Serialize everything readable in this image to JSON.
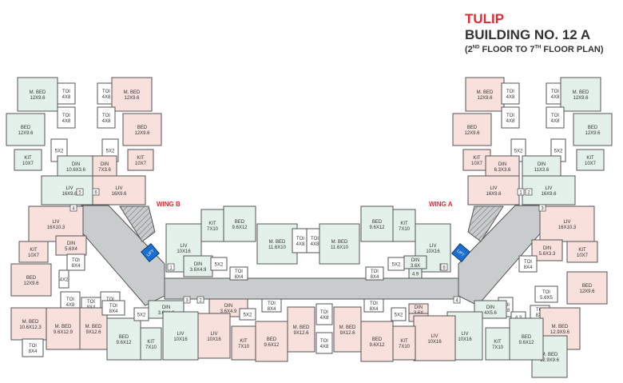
{
  "header": {
    "project": "TULIP",
    "building": "BUILDING NO. 12 A",
    "floors_prefix": "(2",
    "floors_sup1": "ND",
    "floors_mid": " FLOOR TO 7",
    "floors_sup2": "TH",
    "floors_suffix": " FLOOR PLAN)"
  },
  "wings": {
    "b": "WING B",
    "a": "WING A"
  },
  "lift_label": "LIFT",
  "colors": {
    "green": "#e3f1ea",
    "pink": "#f8e0dd",
    "corridor": "#c9cccd",
    "wall": "#555555",
    "lift": "#1a6fd0"
  },
  "rooms": [
    {
      "id": "r1",
      "l1": "M. BED",
      "l2": "12X9.6"
    },
    {
      "id": "r2",
      "l1": "TOI",
      "l2": "4X8"
    },
    {
      "id": "r3",
      "l1": "TOI",
      "l2": "4X8"
    },
    {
      "id": "r4",
      "l1": "BED",
      "l2": "12X9.6"
    },
    {
      "id": "r5",
      "l1": "KIT",
      "l2": "10X7"
    },
    {
      "id": "r6",
      "l1": "5X2",
      "l2": ""
    },
    {
      "id": "r7",
      "l1": "DIN",
      "l2": "10.6X3.6"
    },
    {
      "id": "r8",
      "l1": "LIV",
      "l2": "16X9.6"
    },
    {
      "id": "r9",
      "l1": "TOI",
      "l2": "4X8"
    },
    {
      "id": "r10",
      "l1": "M. BED",
      "l2": "12X9.6"
    },
    {
      "id": "r11",
      "l1": "TOI",
      "l2": "4X8"
    },
    {
      "id": "r12",
      "l1": "BED",
      "l2": "12X9.6"
    },
    {
      "id": "r13",
      "l1": "5X2",
      "l2": ""
    },
    {
      "id": "r14",
      "l1": "KIT",
      "l2": "10X7"
    },
    {
      "id": "r15",
      "l1": "DIN",
      "l2": "7X3.6"
    },
    {
      "id": "r16",
      "l1": "LIV",
      "l2": "16X9.6"
    },
    {
      "id": "r17",
      "l1": "M. BED",
      "l2": "12X9.6"
    },
    {
      "id": "r18",
      "l1": "TOI",
      "l2": "4X8"
    },
    {
      "id": "r19",
      "l1": "TOI",
      "l2": "4X8"
    },
    {
      "id": "r20",
      "l1": "BED",
      "l2": "12X9.6"
    },
    {
      "id": "r21",
      "l1": "KIT",
      "l2": "10X7"
    },
    {
      "id": "r22",
      "l1": "5X2",
      "l2": ""
    },
    {
      "id": "r23",
      "l1": "DIN",
      "l2": "6.3X3.6"
    },
    {
      "id": "r24",
      "l1": "LIV",
      "l2": "16X9.6"
    },
    {
      "id": "r25",
      "l1": "TOI",
      "l2": "4X8"
    },
    {
      "id": "r26",
      "l1": "M. BED",
      "l2": "12X9.6"
    },
    {
      "id": "r27",
      "l1": "TOI",
      "l2": "4X8"
    },
    {
      "id": "r28",
      "l1": "BED",
      "l2": "12X9.6"
    },
    {
      "id": "r29",
      "l1": "5X2",
      "l2": ""
    },
    {
      "id": "r30",
      "l1": "KIT",
      "l2": "10X7"
    },
    {
      "id": "r31",
      "l1": "DIN",
      "l2": "11X3.6"
    },
    {
      "id": "r32",
      "l1": "LIV",
      "l2": "16X9.6"
    },
    {
      "id": "r33",
      "l1": "LIV",
      "l2": "16X10.3"
    },
    {
      "id": "r34",
      "l1": "DIN",
      "l2": "5.6X4"
    },
    {
      "id": "r35",
      "l1": "KIT",
      "l2": "10X7"
    },
    {
      "id": "r36",
      "l1": "TOI",
      "l2": "8X4"
    },
    {
      "id": "r37",
      "l1": "BED",
      "l2": "12X9.6"
    },
    {
      "id": "r38",
      "l1": "4X2",
      "l2": ""
    },
    {
      "id": "r39",
      "l1": "TOI",
      "l2": "4X8"
    },
    {
      "id": "r40",
      "l1": "TOI",
      "l2": "8X4"
    },
    {
      "id": "r41",
      "l1": "TOI",
      "l2": "4X8"
    },
    {
      "id": "r42",
      "l1": "M. BED",
      "l2": "10.6X12.3"
    },
    {
      "id": "r43",
      "l1": "TOI",
      "l2": "8X4"
    },
    {
      "id": "r44",
      "l1": "M. BED",
      "l2": "9.6X12.9"
    },
    {
      "id": "r45",
      "l1": "M. BED",
      "l2": "9X12.6"
    },
    {
      "id": "r46",
      "l1": "BED",
      "l2": "9.6X12"
    },
    {
      "id": "r47",
      "l1": "KIT",
      "l2": "7X10"
    },
    {
      "id": "r48",
      "l1": "DIN",
      "l2": "3.6X4.9"
    },
    {
      "id": "r49",
      "l1": "5X2",
      "l2": ""
    },
    {
      "id": "r50",
      "l1": "LIV",
      "l2": "10X16"
    },
    {
      "id": "r51",
      "l1": "LIV",
      "l2": "10X16"
    },
    {
      "id": "r52",
      "l1": "KIT",
      "l2": "7X10"
    },
    {
      "id": "r53",
      "l1": "BED",
      "l2": "9.6X12"
    },
    {
      "id": "r54",
      "l1": "DIN",
      "l2": "3.6X4.9"
    },
    {
      "id": "r55",
      "l1": "5X2",
      "l2": ""
    },
    {
      "id": "r56",
      "l1": "TOI",
      "l2": "8X4"
    },
    {
      "id": "r57",
      "l1": "M. BED",
      "l2": "11.6X10"
    },
    {
      "id": "r58",
      "l1": "TOI",
      "l2": "4X8"
    },
    {
      "id": "r59",
      "l1": "TOI",
      "l2": "4X8"
    },
    {
      "id": "r60",
      "l1": "M. BED",
      "l2": "11.6X10"
    },
    {
      "id": "r61",
      "l1": "BED",
      "l2": "9.6X12"
    },
    {
      "id": "r62",
      "l1": "KIT",
      "l2": "7X10"
    },
    {
      "id": "r63",
      "l1": "LIV",
      "l2": "10X16"
    },
    {
      "id": "r64",
      "l1": "5X2",
      "l2": ""
    },
    {
      "id": "r65",
      "l1": "DIN",
      "l2": "3.6X"
    },
    {
      "id": "r66",
      "l1": "4.9",
      "l2": ""
    },
    {
      "id": "r67",
      "l1": "TOI",
      "l2": "8X4"
    },
    {
      "id": "r68",
      "l1": "LIV",
      "l2": "16X10.3"
    },
    {
      "id": "r69",
      "l1": "DIN",
      "l2": "5.6X3.3"
    },
    {
      "id": "r70",
      "l1": "KIT",
      "l2": "10X7"
    },
    {
      "id": "r71",
      "l1": "TOI",
      "l2": "8X4"
    },
    {
      "id": "r72",
      "l1": "BED",
      "l2": "12X9.6"
    },
    {
      "id": "r73",
      "l1": "TOI",
      "l2": "5.6X5"
    },
    {
      "id": "r74",
      "l1": "TOI",
      "l2": "8X4"
    },
    {
      "id": "r75",
      "l1": "TOI",
      "l2": "4X8"
    },
    {
      "id": "r76",
      "l1": "DIN",
      "l2": "4X5.6"
    },
    {
      "id": "r77",
      "l1": "4.3",
      "l2": "X2"
    },
    {
      "id": "r78",
      "l1": "M. BED",
      "l2": "12.9X9.6"
    },
    {
      "id": "r79",
      "l1": "M. BED",
      "l2": "12.9X9.6"
    },
    {
      "id": "r80",
      "l1": "LIV",
      "l2": "10X16"
    },
    {
      "id": "r81",
      "l1": "KIT",
      "l2": "7X10"
    },
    {
      "id": "r82",
      "l1": "BED",
      "l2": "9.6X12"
    },
    {
      "id": "r83",
      "l1": "DIN",
      "l2": "3.6X"
    },
    {
      "id": "r84",
      "l1": "4.9",
      "l2": ""
    },
    {
      "id": "r85",
      "l1": "5X2",
      "l2": ""
    },
    {
      "id": "r86",
      "l1": "TOI",
      "l2": "8X4"
    },
    {
      "id": "r87",
      "l1": "LIV",
      "l2": "10X16"
    },
    {
      "id": "r88",
      "l1": "KIT",
      "l2": "7X10"
    },
    {
      "id": "r89",
      "l1": "BED",
      "l2": "9.6X12"
    },
    {
      "id": "r90",
      "l1": "M. BED",
      "l2": "9X12.6"
    },
    {
      "id": "r91",
      "l1": "TOI",
      "l2": "4X8"
    },
    {
      "id": "r92",
      "l1": "TOI",
      "l2": "4X8"
    },
    {
      "id": "r93",
      "l1": "M. BED",
      "l2": "9X12.6"
    },
    {
      "id": "r94",
      "l1": "BED",
      "l2": "9.6X12"
    },
    {
      "id": "r95",
      "l1": "KIT",
      "l2": "7X10"
    },
    {
      "id": "r96",
      "l1": "DIN",
      "l2": "3.6X4.9"
    },
    {
      "id": "r97",
      "l1": "5X2",
      "l2": ""
    },
    {
      "id": "r98",
      "l1": "TOI",
      "l2": "8X4"
    },
    {
      "id": "r99",
      "l1": "LIV",
      "l2": "10X16"
    },
    {
      "id": "r100",
      "l1": "TOI",
      "l2": "8X4"
    }
  ],
  "flat_numbers": {
    "n1": "1",
    "n2": "2",
    "n3": "3",
    "n4": "4",
    "n5": "5",
    "n6": "6",
    "n7": "1",
    "n8": "2",
    "n9": "3",
    "n10": "4",
    "n11": "5",
    "n12": "6"
  }
}
